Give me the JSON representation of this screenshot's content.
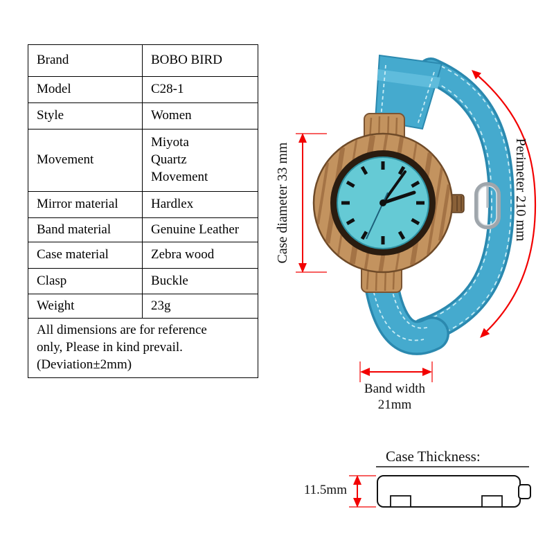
{
  "spec_table": {
    "rows": [
      {
        "label": "Brand",
        "value": "BOBO BIRD"
      },
      {
        "label": "Model",
        "value": "C28-1"
      },
      {
        "label": "Style",
        "value": "Women"
      },
      {
        "label": "Movement",
        "value": "Miyota\nQuartz\nMovement"
      },
      {
        "label": "Mirror material",
        "value": "Hardlex"
      },
      {
        "label": "Band material",
        "value": "Genuine Leather"
      },
      {
        "label": "Case material",
        "value": "Zebra wood"
      },
      {
        "label": "Clasp",
        "value": "Buckle"
      },
      {
        "label": "Weight",
        "value": "23g"
      }
    ],
    "note": "All dimensions are for reference\nonly, Please in kind prevail.\n(Deviation±2mm)"
  },
  "annotations": {
    "case_diameter_label": "Case diameter 33 mm",
    "perimeter_label": "Perimeter 210 mm",
    "band_width_line1": "Band width",
    "band_width_line2": "21mm",
    "case_thickness_title": "Case Thickness:",
    "case_thickness_value": "11.5mm"
  },
  "colors": {
    "annotation_red": "#f20000",
    "note_red": "#f80000",
    "strap_blue": "#45aace",
    "strap_edge_blue": "#2b89af",
    "stitch_blue": "#c9ecf5",
    "dial_turquoise": "#65cad5",
    "wood_tan": "#c3935f",
    "wood_stripe_brown": "#8f5e33"
  }
}
